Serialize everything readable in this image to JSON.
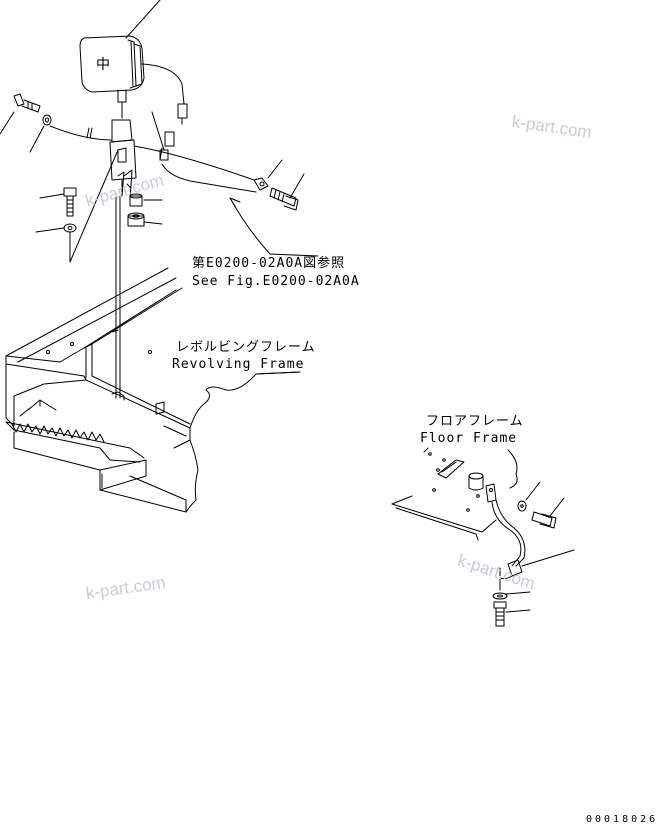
{
  "labels": {
    "see_fig_jp": "第E0200-02A0A図参照",
    "see_fig_en": "See Fig.E0200-02A0A",
    "revolving_frame_jp": "レボルビングフレーム",
    "revolving_frame_en": "Revolving Frame",
    "floor_frame_jp": "フロアフレーム",
    "floor_frame_en": "Floor Frame",
    "lamp_glyph": "中"
  },
  "watermarks": [
    "k-part.com",
    "k-part.com",
    "k-part.com",
    "k-part.com"
  ],
  "drawing_code": "00018026"
}
